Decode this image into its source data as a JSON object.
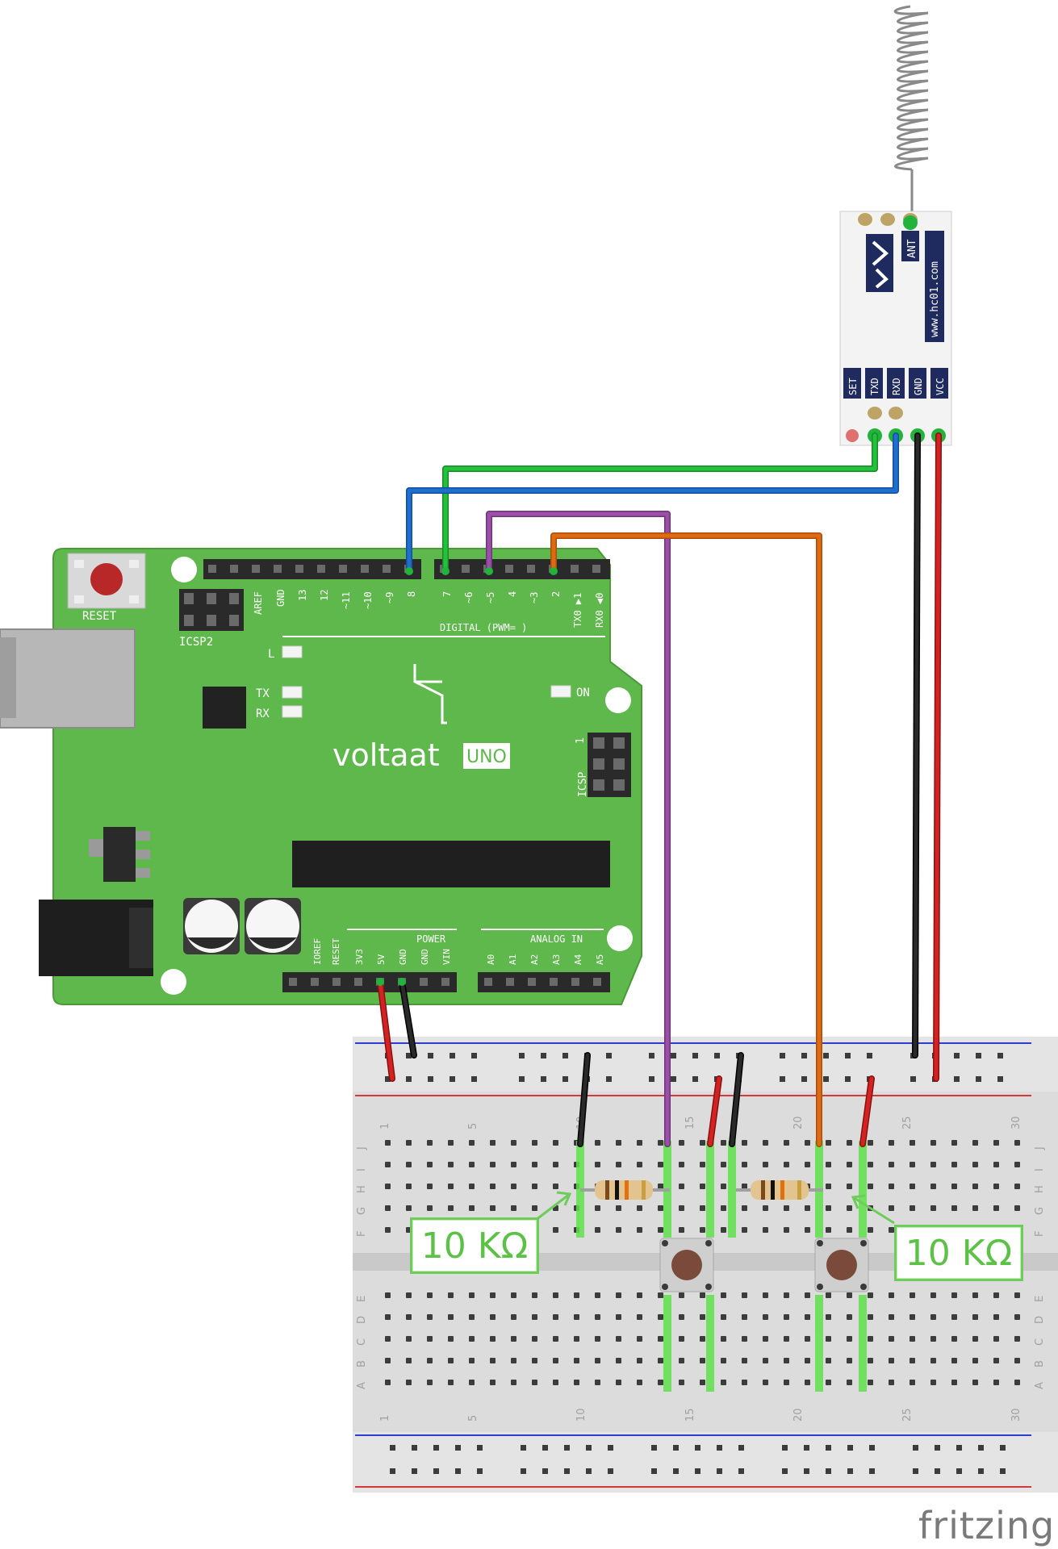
{
  "arduino": {
    "brand": "voltaat",
    "model": "UNO",
    "reset_label": "RESET",
    "icsp2_label": "ICSP2",
    "icsp_label": "ICSP",
    "icsp_pin1": "1",
    "led_l": "L",
    "led_tx": "TX",
    "led_rx": "RX",
    "led_on": "ON",
    "digital_label": "DIGITAL (PWM=   )",
    "digital_pins": [
      "AREF",
      "GND",
      "13",
      "12",
      "~11",
      "~10",
      "~9",
      "8",
      "7",
      "~6",
      "~5",
      "4",
      "~3",
      "2",
      "TX0 ▶1",
      "RX0 ◀0"
    ],
    "power_label": "POWER",
    "power_pins": [
      "IOREF",
      "RESET",
      "3V3",
      "5V",
      "GND",
      "GND",
      "VIN"
    ],
    "analog_label": "ANALOG IN",
    "analog_pins": [
      "A0",
      "A1",
      "A2",
      "A3",
      "A4",
      "A5"
    ]
  },
  "hc12": {
    "url": "www.hc01.com",
    "ant_label": "ANT",
    "pin_labels": [
      "SET",
      "TXD",
      "RXD",
      "GND",
      "VCC"
    ]
  },
  "breadboard": {
    "row_letters_top": [
      "J",
      "I",
      "H",
      "G",
      "F"
    ],
    "row_letters_bottom": [
      "E",
      "D",
      "C",
      "B",
      "A"
    ],
    "column_numbers": [
      "1",
      "5",
      "10",
      "15",
      "20",
      "25",
      "30"
    ]
  },
  "resistor_labels": [
    "10 KΩ",
    "10 KΩ"
  ],
  "wire_colors": {
    "green": "#22b33a",
    "blue": "#1f6fd1",
    "purple": "#9b4fa8",
    "orange": "#e06a12",
    "black": "#1a1a1a",
    "red": "#cc1d1d"
  },
  "watermark": "fritzing"
}
